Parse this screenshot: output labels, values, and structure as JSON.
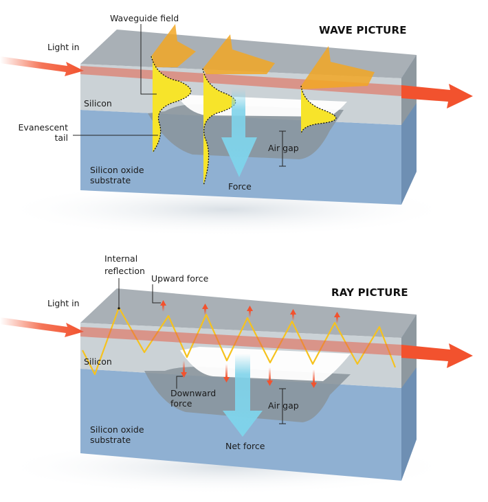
{
  "wave_picture": {
    "title": "WAVE PICTURE",
    "labels": {
      "light_in": "Light in",
      "waveguide_field": "Waveguide field",
      "silicon": "Silicon",
      "evanescent_line1": "Evanescent",
      "evanescent_line2": "tail",
      "air_gap": "Air gap",
      "substrate_line1": "Silicon oxide",
      "substrate_line2": "substrate",
      "force": "Force"
    }
  },
  "ray_picture": {
    "title": "RAY PICTURE",
    "labels": {
      "light_in": "Light in",
      "internal_line1": "Internal",
      "internal_line2": "reflection",
      "upward_force": "Upward force",
      "silicon": "Silicon",
      "downward_line1": "Downward",
      "downward_line2": "force",
      "air_gap": "Air gap",
      "substrate_line1": "Silicon oxide",
      "substrate_line2": "substrate",
      "net_force": "Net force"
    }
  },
  "colors": {
    "light_arrow": "#f2522e",
    "field_yellow": "#f7e42a",
    "field_orange": "#f2a724",
    "force_arrow": "#7fd3ea",
    "ray_line": "#f6c21d",
    "silicon": "#b8c4cc",
    "substrate": "#8fb0d2"
  }
}
